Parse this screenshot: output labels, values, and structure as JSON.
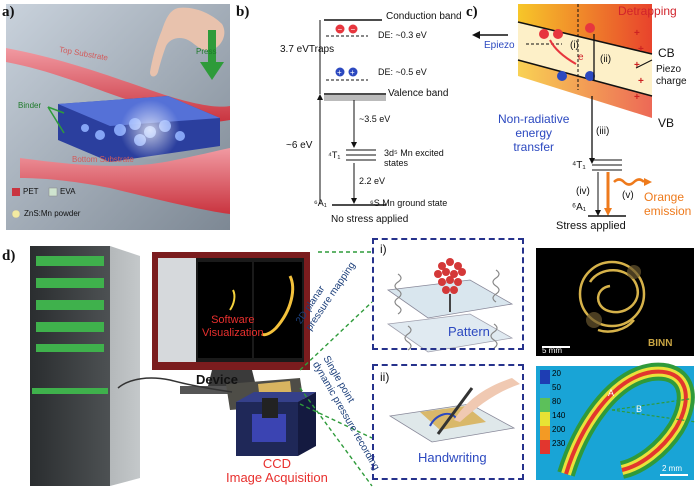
{
  "panel_a": {
    "label": "a)",
    "top_substrate": "Top Substrate",
    "bottom_substrate": "Bottom Substrate",
    "binder": "Binder",
    "press": "Press",
    "legend": {
      "pet": "PET",
      "eva": "EVA",
      "zns": "ZnS:Mn powder"
    }
  },
  "panel_b": {
    "label": "b)",
    "conduction_band": "Conduction band",
    "traps": "3.7 eVTraps",
    "de1": "DE: ~0.3 eV",
    "de2": "DE: ~0.5 eV",
    "valence_band": "Valence band",
    "e35": "~3.5 eV",
    "e6": "~6 eV",
    "t1": "⁴T₁",
    "excited": "3d⁵ Mn excited states",
    "e22": "2.2 eV",
    "a1": "⁶A₁",
    "ground": "⁶S Mn ground state",
    "no_stress": "No stress applied"
  },
  "panel_c": {
    "label": "c)",
    "detrapping": "Detrapping",
    "epiezo": "Epiezo",
    "cb": "CB",
    "piezo_charge": "Piezo\ncharge",
    "vb": "VB",
    "nonrad": "Non-radiative\nenergy\ntransfer",
    "i": "(i)",
    "ii": "(ii)",
    "iii": "(iii)",
    "iv": "(iv)",
    "v": "(v)",
    "e": "e",
    "t1": "⁴T₁",
    "a1": "⁶A₁",
    "orange": "Orange\nemission",
    "stress": "Stress applied"
  },
  "panel_d": {
    "label": "d)",
    "software_vis": "Software\nVisualization",
    "device": "Device",
    "ccd": "CCD\nImage Acquisition",
    "planar": "2D planar\npressure mapping",
    "single": "Single point\ndynamic pressure recording",
    "i": "i)",
    "pattern": "Pattern",
    "ii": "ii)",
    "handwriting": "Handwriting",
    "binn": "BINN",
    "scale1": "5 mm",
    "scale2": "2 mm",
    "colorbar": [
      "20",
      "50",
      "80",
      "140",
      "200",
      "230"
    ],
    "pointA": "A",
    "pointB": "B"
  }
}
